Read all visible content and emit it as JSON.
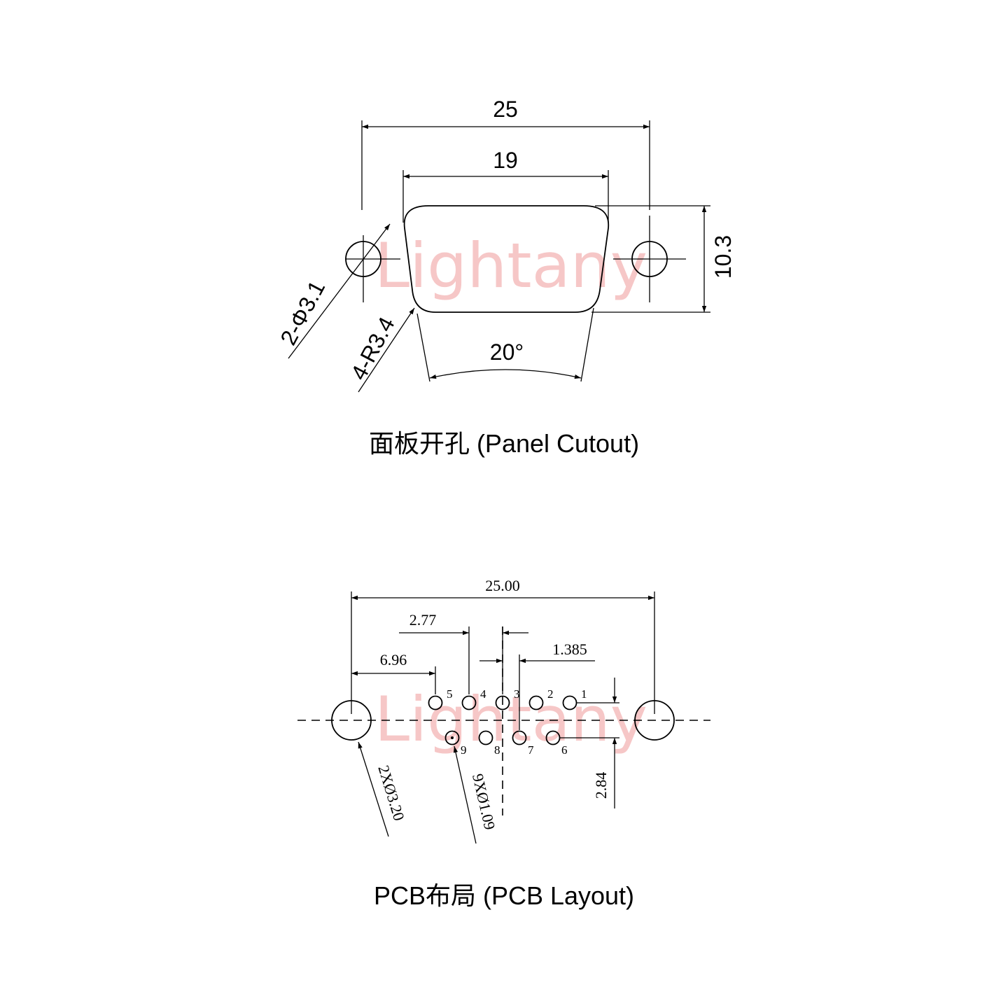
{
  "watermark": "Lightany",
  "panel": {
    "caption": "面板开孔 (Panel Cutout)",
    "dim_width_total": "25",
    "dim_width_shell": "19",
    "dim_height": "10.3",
    "dim_angle": "20°",
    "dim_mount_hole": "2-Φ3.1",
    "dim_corner_radius": "4-R3.4"
  },
  "pcb": {
    "caption": "PCB布局 (PCB Layout)",
    "dim_mount_spacing": "25.00",
    "dim_pin_pitch": "2.77",
    "dim_half_pitch": "1.385",
    "dim_edge_to_pin": "6.96",
    "dim_row_spacing": "2.84",
    "dim_mount_hole": "2XØ3.20",
    "dim_pin_hole": "9XØ1.09",
    "pin_labels": [
      "1",
      "2",
      "3",
      "4",
      "5",
      "6",
      "7",
      "8",
      "9"
    ]
  }
}
